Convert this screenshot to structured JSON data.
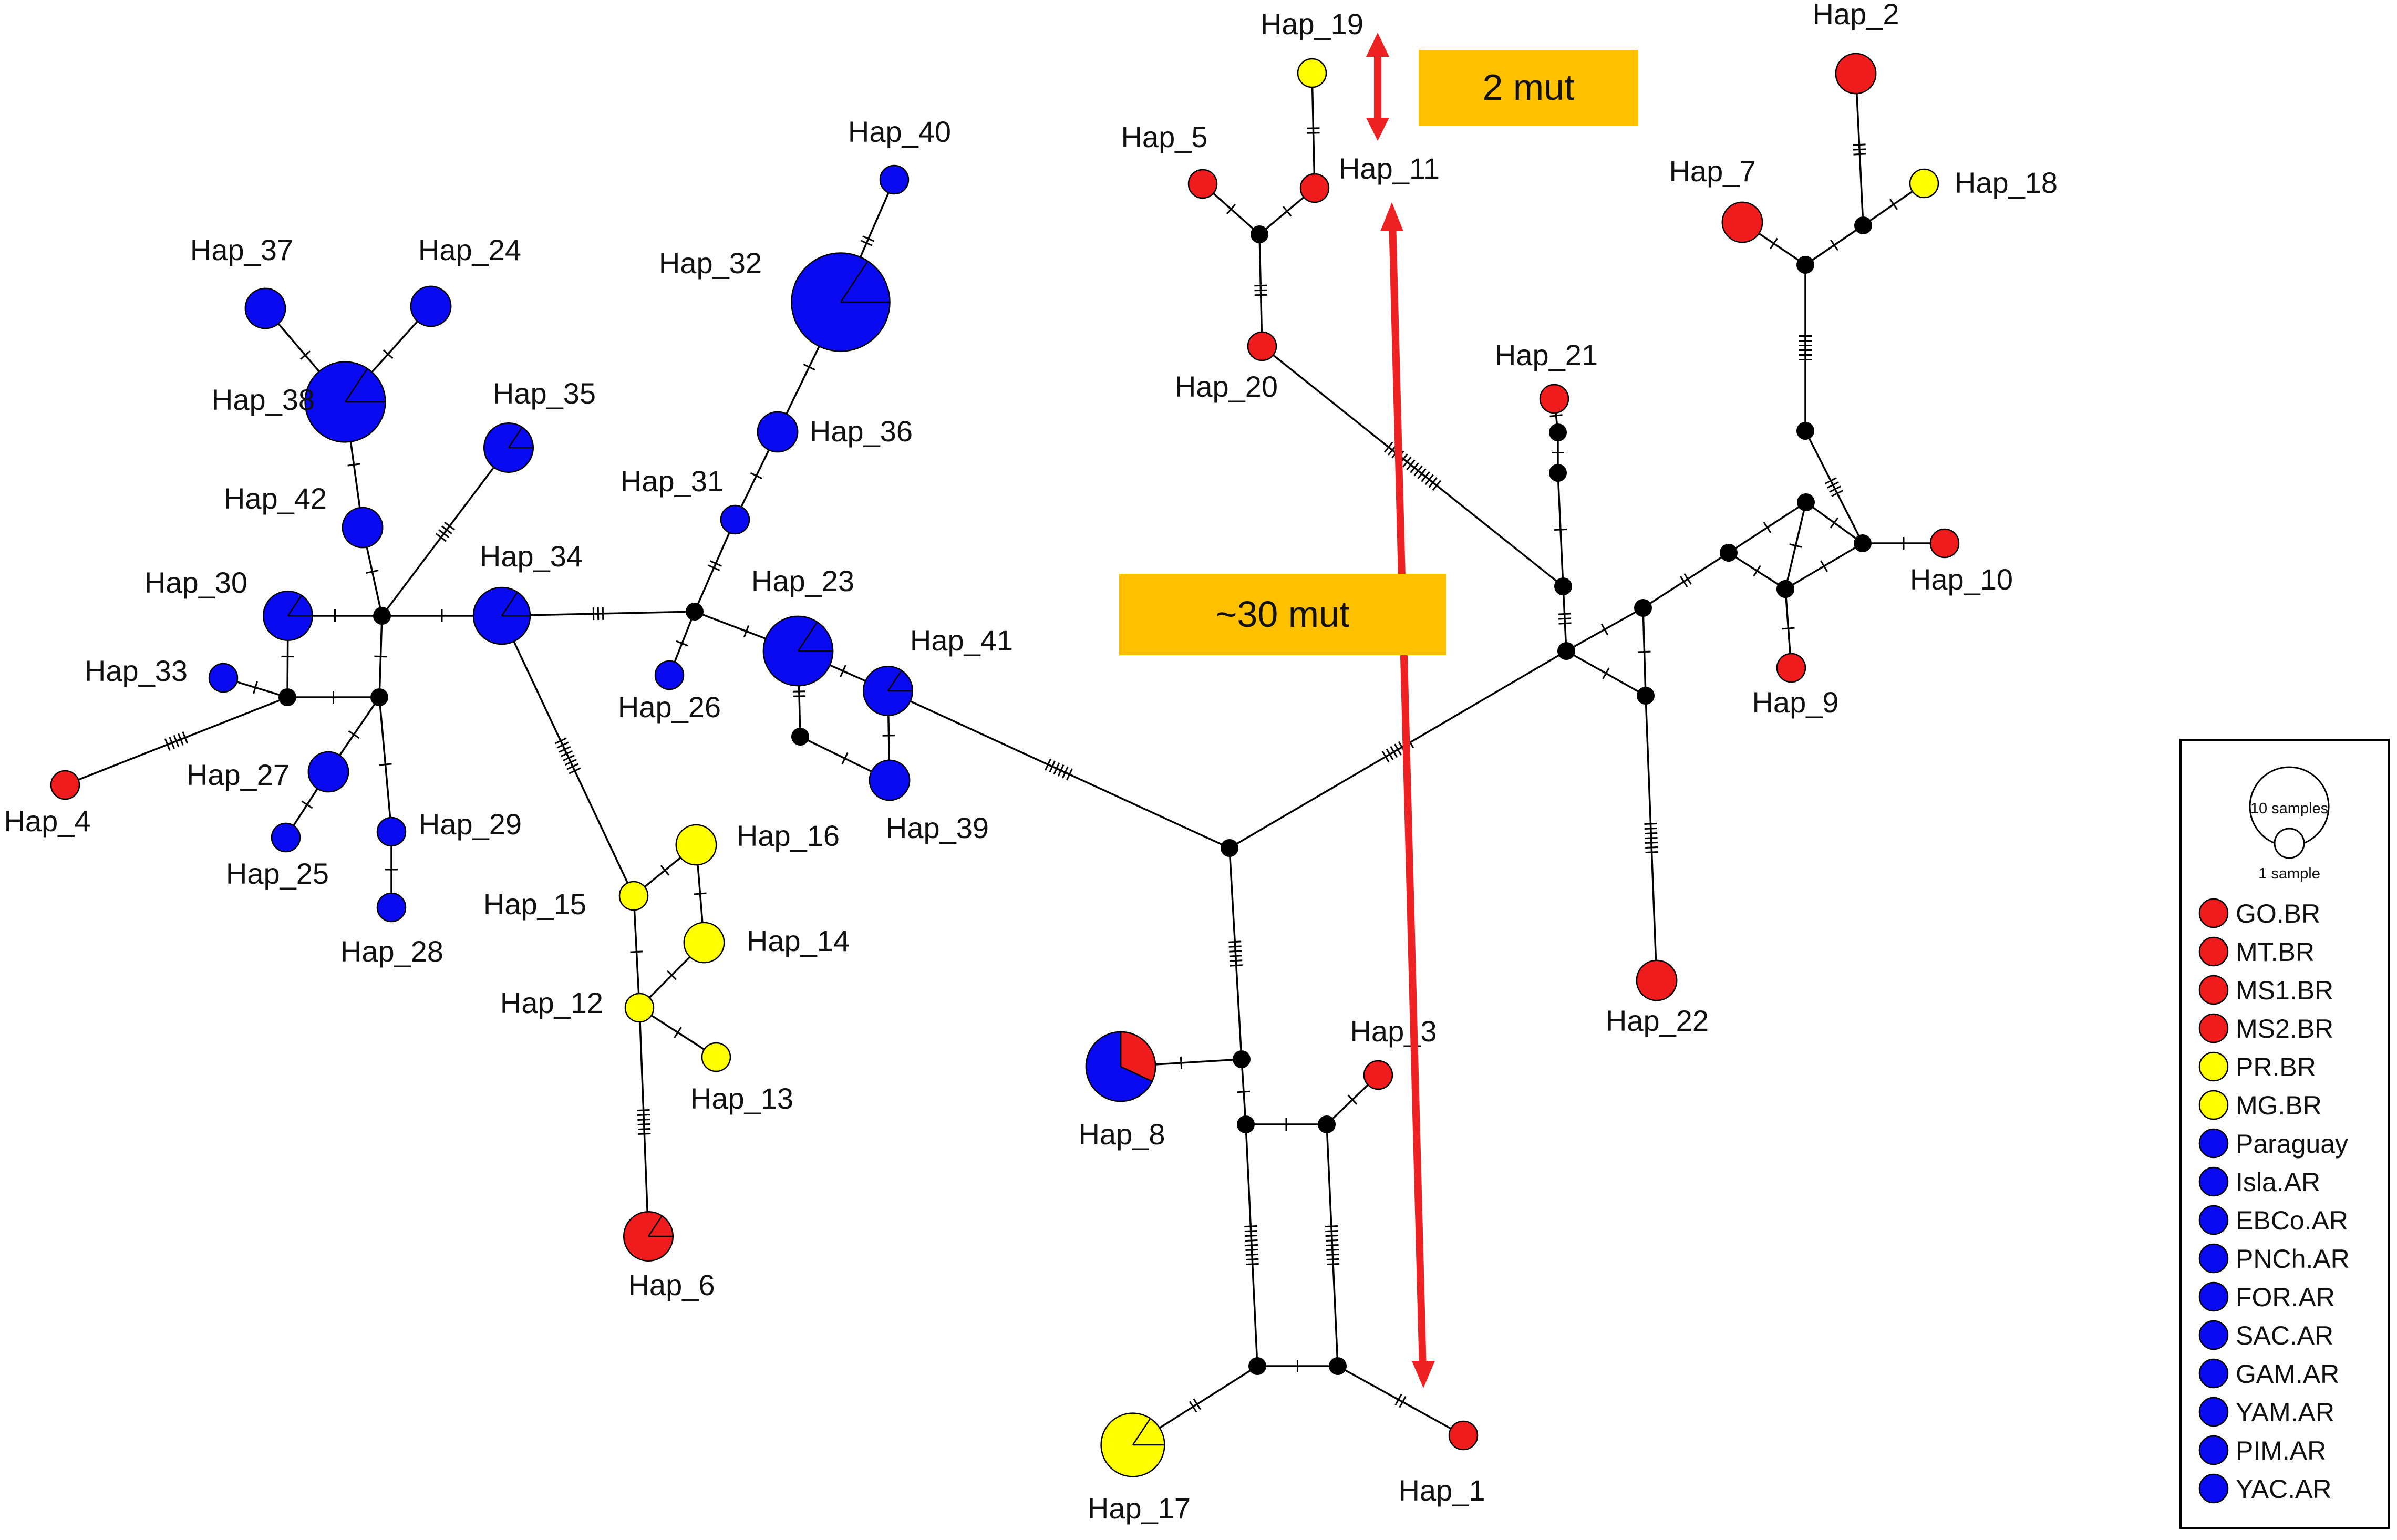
{
  "colors": {
    "red": "#ee1c1c",
    "yellow": "#ffff00",
    "blue": "#0a0af0",
    "median": "#000000",
    "arrow": "#ee2222",
    "annotation_box": "#ffc000"
  },
  "haplotypes": [
    {
      "id": "Hap_1",
      "label": "Hap_1",
      "size": 1,
      "pie": [
        [
          "red",
          1
        ]
      ]
    },
    {
      "id": "Hap_2",
      "label": "Hap_2",
      "size": 2,
      "pie": [
        [
          "red",
          1
        ]
      ]
    },
    {
      "id": "Hap_3",
      "label": "Hap_3",
      "size": 1,
      "pie": [
        [
          "red",
          1
        ]
      ]
    },
    {
      "id": "Hap_4",
      "label": "Hap_4",
      "size": 1,
      "pie": [
        [
          "red",
          1
        ]
      ]
    },
    {
      "id": "Hap_5",
      "label": "Hap_5",
      "size": 1,
      "pie": [
        [
          "red",
          1
        ]
      ]
    },
    {
      "id": "Hap_6",
      "label": "Hap_6",
      "size": 3,
      "pie": [
        [
          "red",
          1
        ]
      ]
    },
    {
      "id": "Hap_7",
      "label": "Hap_7",
      "size": 2,
      "pie": [
        [
          "red",
          1
        ]
      ]
    },
    {
      "id": "Hap_8",
      "label": "Hap_8",
      "size": 6,
      "pie": [
        [
          "red",
          0.32
        ],
        [
          "blue",
          0.68
        ]
      ]
    },
    {
      "id": "Hap_9",
      "label": "Hap_9",
      "size": 1,
      "pie": [
        [
          "red",
          1
        ]
      ]
    },
    {
      "id": "Hap_10",
      "label": "Hap_10",
      "size": 1,
      "pie": [
        [
          "red",
          1
        ]
      ]
    },
    {
      "id": "Hap_11",
      "label": "Hap_11",
      "size": 1,
      "pie": [
        [
          "red",
          1
        ]
      ]
    },
    {
      "id": "Hap_12",
      "label": "Hap_12",
      "size": 1,
      "pie": [
        [
          "yellow",
          1
        ]
      ]
    },
    {
      "id": "Hap_13",
      "label": "Hap_13",
      "size": 1,
      "pie": [
        [
          "yellow",
          1
        ]
      ]
    },
    {
      "id": "Hap_14",
      "label": "Hap_14",
      "size": 2,
      "pie": [
        [
          "yellow",
          1
        ]
      ]
    },
    {
      "id": "Hap_15",
      "label": "Hap_15",
      "size": 1,
      "pie": [
        [
          "yellow",
          1
        ]
      ]
    },
    {
      "id": "Hap_16",
      "label": "Hap_16",
      "size": 2,
      "pie": [
        [
          "yellow",
          1
        ]
      ]
    },
    {
      "id": "Hap_17",
      "label": "Hap_17",
      "size": 5,
      "pie": [
        [
          "yellow",
          1
        ]
      ]
    },
    {
      "id": "Hap_18",
      "label": "Hap_18",
      "size": 1,
      "pie": [
        [
          "yellow",
          1
        ]
      ]
    },
    {
      "id": "Hap_19",
      "label": "Hap_19",
      "size": 1,
      "pie": [
        [
          "yellow",
          1
        ]
      ]
    },
    {
      "id": "Hap_20",
      "label": "Hap_20",
      "size": 1,
      "pie": [
        [
          "red",
          1
        ]
      ]
    },
    {
      "id": "Hap_21",
      "label": "Hap_21",
      "size": 1,
      "pie": [
        [
          "red",
          1
        ]
      ]
    },
    {
      "id": "Hap_22",
      "label": "Hap_22",
      "size": 2,
      "pie": [
        [
          "red",
          1
        ]
      ]
    },
    {
      "id": "Hap_23",
      "label": "Hap_23",
      "size": 6,
      "pie": [
        [
          "blue",
          1
        ]
      ]
    },
    {
      "id": "Hap_24",
      "label": "Hap_24",
      "size": 2,
      "pie": [
        [
          "blue",
          1
        ]
      ]
    },
    {
      "id": "Hap_25",
      "label": "Hap_25",
      "size": 1,
      "pie": [
        [
          "blue",
          1
        ]
      ]
    },
    {
      "id": "Hap_26",
      "label": "Hap_26",
      "size": 1,
      "pie": [
        [
          "blue",
          1
        ]
      ]
    },
    {
      "id": "Hap_27",
      "label": "Hap_27",
      "size": 2,
      "pie": [
        [
          "blue",
          1
        ]
      ]
    },
    {
      "id": "Hap_28",
      "label": "Hap_28",
      "size": 1,
      "pie": [
        [
          "blue",
          1
        ]
      ]
    },
    {
      "id": "Hap_29",
      "label": "Hap_29",
      "size": 1,
      "pie": [
        [
          "blue",
          1
        ]
      ]
    },
    {
      "id": "Hap_30",
      "label": "Hap_30",
      "size": 3,
      "pie": [
        [
          "blue",
          1
        ]
      ]
    },
    {
      "id": "Hap_31",
      "label": "Hap_31",
      "size": 1,
      "pie": [
        [
          "blue",
          1
        ]
      ]
    },
    {
      "id": "Hap_32",
      "label": "Hap_32",
      "size": 12,
      "pie": [
        [
          "blue",
          1
        ]
      ]
    },
    {
      "id": "Hap_33",
      "label": "Hap_33",
      "size": 1,
      "pie": [
        [
          "blue",
          1
        ]
      ]
    },
    {
      "id": "Hap_34",
      "label": "Hap_34",
      "size": 4,
      "pie": [
        [
          "blue",
          1
        ]
      ]
    },
    {
      "id": "Hap_35",
      "label": "Hap_35",
      "size": 3,
      "pie": [
        [
          "blue",
          1
        ]
      ]
    },
    {
      "id": "Hap_36",
      "label": "Hap_36",
      "size": 2,
      "pie": [
        [
          "blue",
          1
        ]
      ]
    },
    {
      "id": "Hap_37",
      "label": "Hap_37",
      "size": 2,
      "pie": [
        [
          "blue",
          1
        ]
      ]
    },
    {
      "id": "Hap_38",
      "label": "Hap_38",
      "size": 8,
      "pie": [
        [
          "blue",
          1
        ]
      ]
    },
    {
      "id": "Hap_39",
      "label": "Hap_39",
      "size": 2,
      "pie": [
        [
          "blue",
          1
        ]
      ]
    },
    {
      "id": "Hap_40",
      "label": "Hap_40",
      "size": 1,
      "pie": [
        [
          "blue",
          1
        ]
      ]
    },
    {
      "id": "Hap_41",
      "label": "Hap_41",
      "size": 3,
      "pie": [
        [
          "blue",
          1
        ]
      ]
    },
    {
      "id": "Hap_42",
      "label": "Hap_42",
      "size": 2,
      "pie": [
        [
          "blue",
          1
        ]
      ]
    }
  ],
  "edges": [
    [
      "Hap_37",
      "Hap_38",
      1
    ],
    [
      "Hap_24",
      "Hap_38",
      1
    ],
    [
      "Hap_38",
      "Hap_42",
      1
    ],
    [
      "Hap_42",
      "m_c1",
      1
    ],
    [
      "Hap_30",
      "m_c1",
      1
    ],
    [
      "m_c1",
      "Hap_35",
      4
    ],
    [
      "m_c1",
      "Hap_34",
      1
    ],
    [
      "m_c1",
      "m_c2",
      1
    ],
    [
      "m_c2",
      "Hap_29",
      1
    ],
    [
      "Hap_29",
      "Hap_28",
      1
    ],
    [
      "m_c2",
      "Hap_27",
      1
    ],
    [
      "Hap_27",
      "Hap_25",
      1
    ],
    [
      "m_c2",
      "m_c3",
      1
    ],
    [
      "m_c3",
      "Hap_30",
      1
    ],
    [
      "m_c3",
      "Hap_33",
      1
    ],
    [
      "m_c3",
      "Hap_4",
      5
    ],
    [
      "Hap_34",
      "m_c4",
      3
    ],
    [
      "m_c4",
      "Hap_26",
      1
    ],
    [
      "m_c4",
      "Hap_31",
      2
    ],
    [
      "Hap_31",
      "Hap_36",
      1
    ],
    [
      "Hap_36",
      "Hap_32",
      1
    ],
    [
      "Hap_32",
      "Hap_40",
      2
    ],
    [
      "m_c4",
      "Hap_23",
      1
    ],
    [
      "Hap_23",
      "m_c5",
      2
    ],
    [
      "m_c5",
      "Hap_39",
      1
    ],
    [
      "Hap_39",
      "Hap_41",
      1
    ],
    [
      "Hap_23",
      "Hap_41",
      1
    ],
    [
      "Hap_34",
      "Hap_15",
      8
    ],
    [
      "Hap_15",
      "Hap_16",
      1
    ],
    [
      "Hap_16",
      "Hap_14",
      1
    ],
    [
      "Hap_15",
      "Hap_12",
      1
    ],
    [
      "Hap_12",
      "Hap_14",
      1
    ],
    [
      "Hap_12",
      "Hap_13",
      1
    ],
    [
      "Hap_12",
      "Hap_6",
      6
    ],
    [
      "Hap_41",
      "m_hub",
      6
    ],
    [
      "m_hub",
      "m_b1",
      6
    ],
    [
      "m_b1",
      "Hap_8",
      1
    ],
    [
      "m_b1",
      "m_b2",
      1
    ],
    [
      "m_b2",
      "m_b3",
      1
    ],
    [
      "m_b3",
      "Hap_3",
      1
    ],
    [
      "m_b2",
      "m_b4",
      9
    ],
    [
      "m_b3",
      "m_b5",
      9
    ],
    [
      "m_b4",
      "m_b5",
      1
    ],
    [
      "m_b4",
      "Hap_17",
      2
    ],
    [
      "m_b5",
      "Hap_1",
      2
    ],
    [
      "m_hub",
      "m_r1",
      7
    ],
    [
      "Hap_20",
      "m_r2",
      14
    ],
    [
      "m_r2",
      "m_r1",
      3
    ],
    [
      "m_r2",
      "m_r3",
      1
    ],
    [
      "m_r3",
      "m_r4",
      1
    ],
    [
      "m_r4",
      "Hap_21",
      1
    ],
    [
      "m_r1",
      "m_r5",
      1
    ],
    [
      "m_r5",
      "m_r6",
      1
    ],
    [
      "m_r1",
      "m_r6",
      1
    ],
    [
      "m_r6",
      "Hap_22",
      7
    ],
    [
      "m_r5",
      "m_r7",
      2
    ],
    [
      "m_r7",
      "m_r8",
      1
    ],
    [
      "m_r7",
      "m_r9",
      1
    ],
    [
      "m_r8",
      "m_r10",
      1
    ],
    [
      "m_r9",
      "m_r10",
      1
    ],
    [
      "m_r10",
      "Hap_10",
      1
    ],
    [
      "m_r8",
      "m_r11",
      1
    ],
    [
      "m_r11",
      "m_r9",
      1
    ],
    [
      "m_r11",
      "Hap_9",
      1
    ],
    [
      "m_r10",
      "m_r12",
      4
    ],
    [
      "m_r12",
      "m_r13",
      6
    ],
    [
      "m_r13",
      "Hap_7",
      1
    ],
    [
      "m_r13",
      "m_r14",
      1
    ],
    [
      "m_r14",
      "Hap_18",
      1
    ],
    [
      "m_r14",
      "Hap_2",
      3
    ],
    [
      "Hap_20",
      "m_r15",
      3
    ],
    [
      "m_r15",
      "Hap_5",
      1
    ],
    [
      "m_r15",
      "Hap_11",
      1
    ],
    [
      "Hap_11",
      "Hap_19",
      2
    ]
  ],
  "annotations": {
    "two_mut": "2 mut",
    "thirty_mut": "~30 mut"
  },
  "legend": {
    "scale_large": "10 samples",
    "scale_small": "1 sample",
    "populations": [
      {
        "label": "GO.BR",
        "color": "red"
      },
      {
        "label": "MT.BR",
        "color": "red"
      },
      {
        "label": "MS1.BR",
        "color": "red"
      },
      {
        "label": "MS2.BR",
        "color": "red"
      },
      {
        "label": "PR.BR",
        "color": "yellow"
      },
      {
        "label": "MG.BR",
        "color": "yellow"
      },
      {
        "label": "Paraguay",
        "color": "blue"
      },
      {
        "label": "Isla.AR",
        "color": "blue"
      },
      {
        "label": "EBCo.AR",
        "color": "blue"
      },
      {
        "label": "PNCh.AR",
        "color": "blue"
      },
      {
        "label": "FOR.AR",
        "color": "blue"
      },
      {
        "label": "SAC.AR",
        "color": "blue"
      },
      {
        "label": "GAM.AR",
        "color": "blue"
      },
      {
        "label": "YAM.AR",
        "color": "blue"
      },
      {
        "label": "PIM.AR",
        "color": "blue"
      },
      {
        "label": "YAC.AR",
        "color": "blue"
      }
    ]
  }
}
